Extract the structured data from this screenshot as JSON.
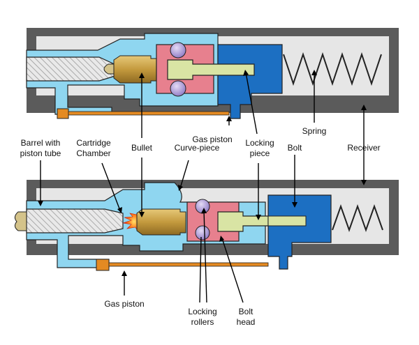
{
  "colors": {
    "receiver": "#5b5b5b",
    "receiver_bore": "#e6e6e6",
    "barrel": "#e9e9e9",
    "barrel_hatch": "#9a9a9a",
    "gas_tube": "#8fd6f0",
    "chamber_block": "#8fd6f0",
    "cartridge": "#c9a24a",
    "bullet": "#d4c38a",
    "bolt_head": "#e7808e",
    "rollers": "#b9a6dc",
    "locking_piece": "#d9e4a4",
    "bolt": "#1c6fc2",
    "spring": "#222222",
    "gas_piston": "#e48a22",
    "flash": "#f24a1a"
  },
  "labels": {
    "gas_piston_top": "Gas piston",
    "spring": "Spring",
    "barrel_with_piston_tube": [
      "Barrel with",
      "piston tube"
    ],
    "cartridge_chamber": [
      "Cartridge",
      "Chamber"
    ],
    "bullet": "Bullet",
    "curve_piece": "Curve-piece",
    "locking_piece": [
      "Locking",
      "piece"
    ],
    "bolt": "Bolt",
    "receiver": "Receiver",
    "gas_piston_bottom": "Gas piston",
    "locking_rollers": [
      "Locking",
      "rollers"
    ],
    "bolt_head": [
      "Bolt",
      "head"
    ]
  }
}
